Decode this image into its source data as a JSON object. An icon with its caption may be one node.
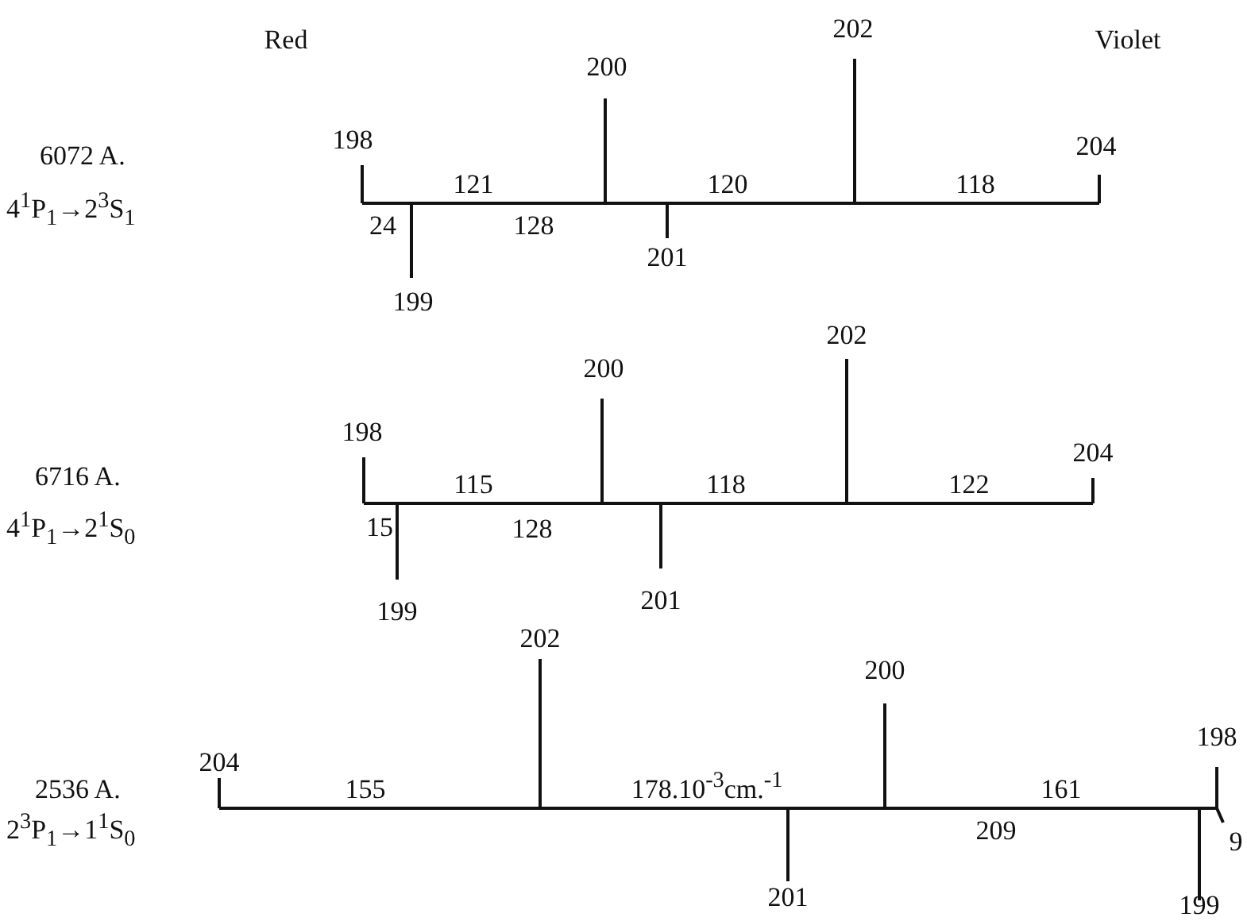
{
  "diagram": {
    "labels": [
      "Red",
      "Violet",
      "202",
      "200",
      "198",
      "6072 A.",
      "204",
      "121",
      "120",
      "118",
      "4$^{1}$P$_{1}$→2$^{3}$S$_{1}$",
      "24",
      "128",
      "201",
      "199",
      "202",
      "200",
      "198",
      "6716 A.",
      "204",
      "115",
      "118",
      "122",
      "4$^{1}$P$_{1}$→2$^{1}$S$_{0}$",
      "15",
      "128",
      "201",
      "199",
      "202",
      "200",
      "198",
      "2536 A.",
      "204",
      "155",
      "178.10$^{-3}$cm.$^{-1}$",
      "161",
      "2$^{3}$P$_{1}$→1$^{1}$S$_{0}$",
      "209",
      "9",
      "201",
      "199"
    ]
  }
}
